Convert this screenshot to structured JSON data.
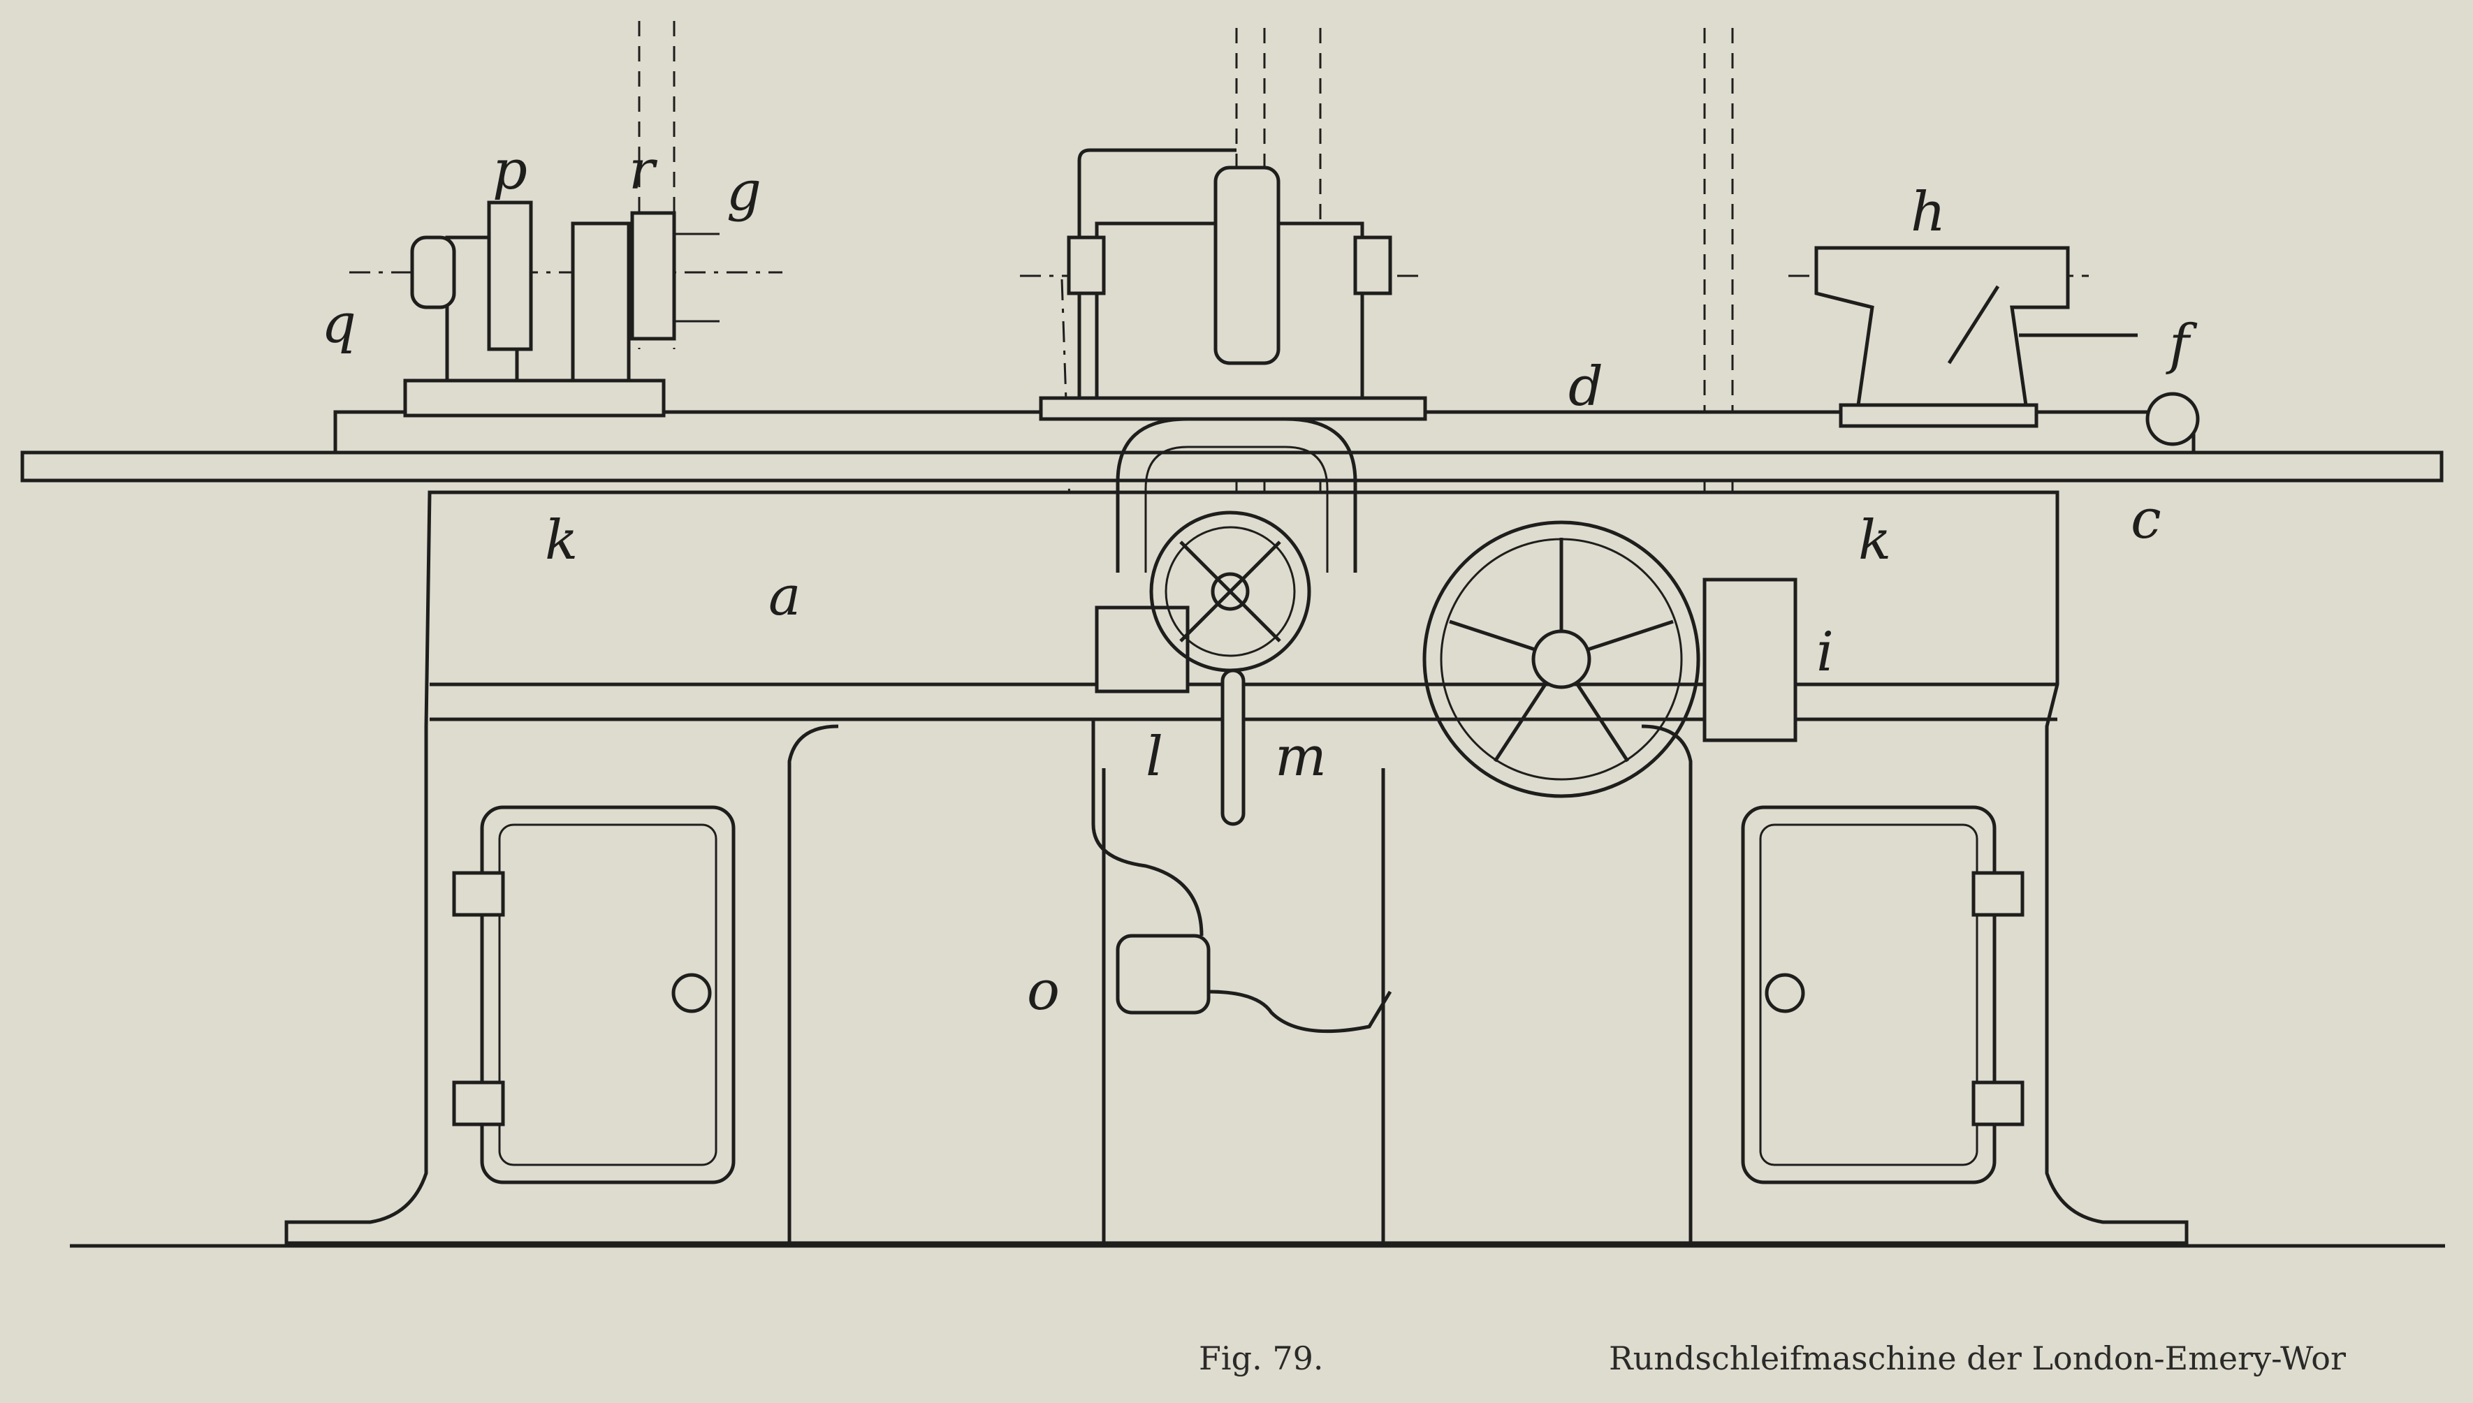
{
  "figure": {
    "number_label": "Fig. 79.",
    "caption": "Rundschleifmaschine der London-Emery-Wor"
  },
  "part_labels": {
    "p": "p",
    "r": "r",
    "g": "g",
    "q": "q",
    "h": "h",
    "f": "f",
    "d": "d",
    "k_left": "k",
    "k_right": "k",
    "a": "a",
    "c": "c",
    "i": "i",
    "l": "l",
    "m": "m",
    "o": "o"
  },
  "colors": {
    "paper": "#dedbcf",
    "ink": "#1e1e1c"
  }
}
